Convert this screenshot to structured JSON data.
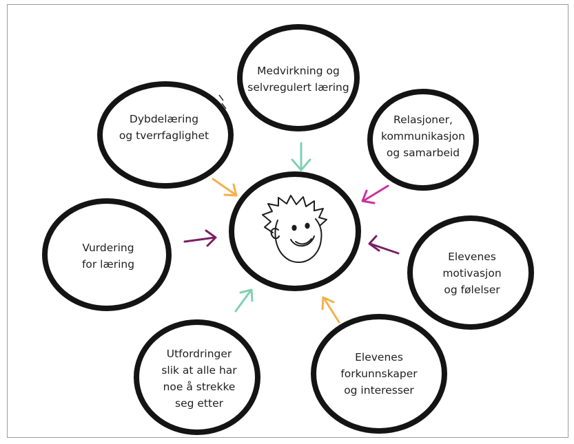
{
  "colors": {
    "ring": "#141414",
    "arrow_green": "#7fd0b2",
    "arrow_orange": "#f4b04a",
    "arrow_magenta": "#cc2f9e",
    "arrow_purple": "#7a1f63",
    "face_stroke": "#1c1c1c"
  },
  "center": {
    "icon": "smiling-face-icon"
  },
  "nodes": [
    {
      "id": "medvirkning",
      "lines": [
        "Medvirkning og",
        "selvregulert læring"
      ]
    },
    {
      "id": "relasjoner",
      "lines": [
        "Relasjoner,",
        "kommunikasjon",
        "og samarbeid"
      ]
    },
    {
      "id": "motivasjon",
      "lines": [
        "Elevenes",
        "motivasjon",
        "og følelser"
      ]
    },
    {
      "id": "forkunnskaper",
      "lines": [
        "Elevenes",
        "forkunnskaper",
        "og interesser"
      ]
    },
    {
      "id": "utfordringer",
      "lines": [
        "Utfordringer",
        "slik at alle har",
        "noe å strekke",
        "seg etter"
      ]
    },
    {
      "id": "vurdering",
      "lines": [
        "Vurdering",
        "for læring"
      ]
    },
    {
      "id": "dybdelaering",
      "lines": [
        "Dybdelæring",
        "og tverrfaglighet"
      ]
    }
  ]
}
